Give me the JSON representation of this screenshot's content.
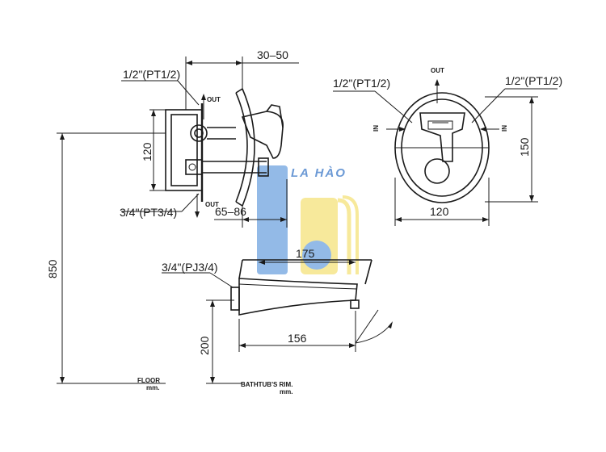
{
  "dimensions": {
    "d_30_50": "30–50",
    "d_120_side": "120",
    "d_65_86": "65–86",
    "d_850": "850",
    "d_175": "175",
    "d_156": "156",
    "d_200": "200",
    "d_150": "150",
    "d_120_front": "120"
  },
  "fittings": {
    "inlet_top_side": "1/2\"(PT1/2)",
    "outlet_bottom_side": "3/4\"(PT3/4)",
    "spout_connection": "3/4\"(PJ3/4)",
    "inlet_front": "1/2\"(PT1/2)",
    "inlet_front_right": "1/2\"(PT1/2)"
  },
  "labels": {
    "out_top": "OUT",
    "out_bottom": "OUT",
    "out_front": "OUT",
    "in_left": "IN",
    "in_right": "IN",
    "floor": "FLOOR",
    "floor_unit": "mm.",
    "bathtub_rim": "BATHTUB'S RIM.",
    "bathtub_unit": "mm."
  },
  "watermark": {
    "text": "LA HÀO",
    "color_blue": "#6fa3e0",
    "color_yellow": "#f5e27a"
  }
}
